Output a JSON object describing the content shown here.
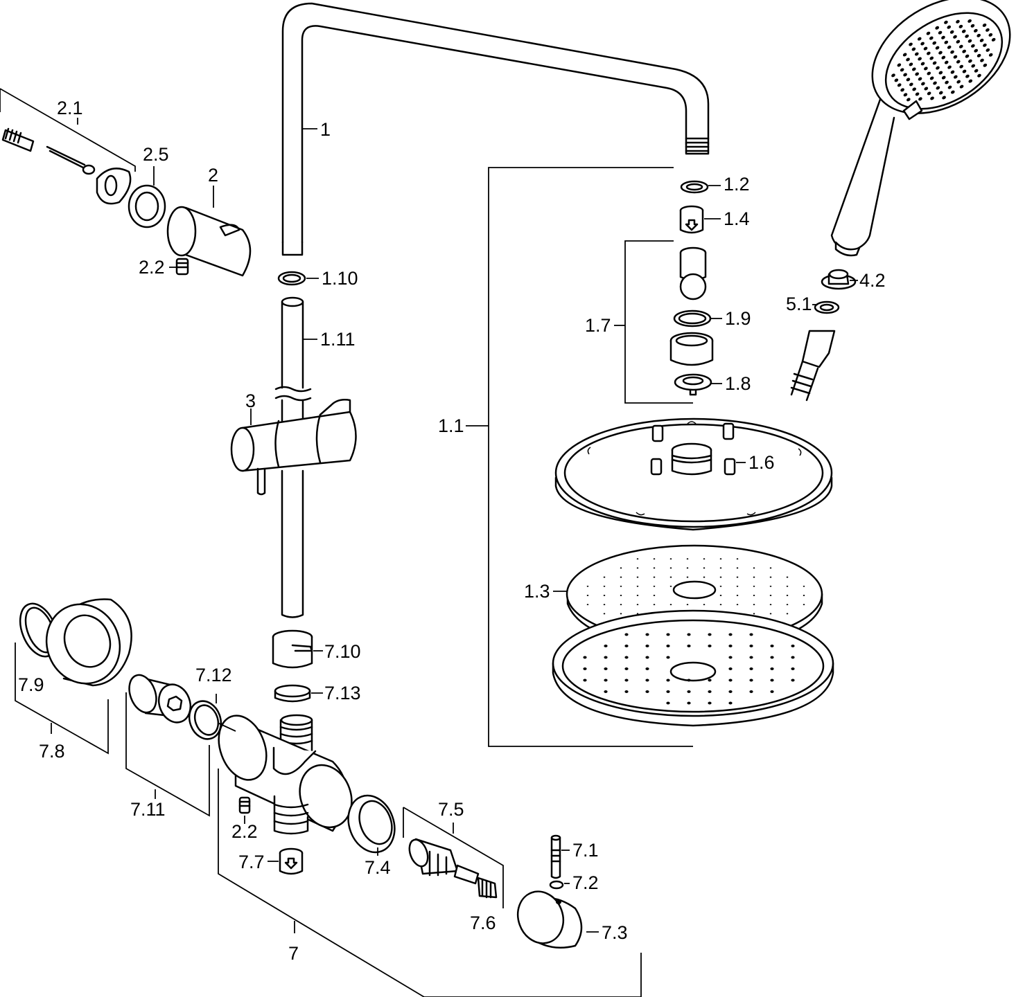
{
  "labels": {
    "l1": "1",
    "l1_1": "1.1",
    "l1_2": "1.2",
    "l1_3": "1.3",
    "l1_4": "1.4",
    "l1_6": "1.6",
    "l1_7": "1.7",
    "l1_8": "1.8",
    "l1_9": "1.9",
    "l1_10": "1.10",
    "l1_11": "1.11",
    "l2": "2",
    "l2_1": "2.1",
    "l2_2a": "2.2",
    "l2_2b": "2.2",
    "l2_5": "2.5",
    "l3": "3",
    "l4_2": "4.2",
    "l5_1": "5.1",
    "l7": "7",
    "l7_1": "7.1",
    "l7_2": "7.2",
    "l7_3": "7.3",
    "l7_4": "7.4",
    "l7_5": "7.5",
    "l7_6": "7.6",
    "l7_7": "7.7",
    "l7_8": "7.8",
    "l7_9": "7.9",
    "l7_10": "7.10",
    "l7_11": "7.11",
    "l7_12": "7.12",
    "l7_13": "7.13"
  }
}
